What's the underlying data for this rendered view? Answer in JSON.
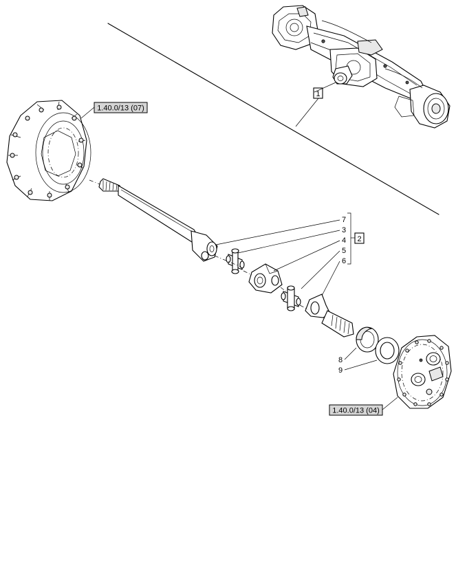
{
  "references": {
    "top": "1.40.0/13 (07)",
    "bottom": "1.40.0/13 (04)"
  },
  "callouts": {
    "assembly_1": "1",
    "assembly_2": "2",
    "item_7": "7",
    "item_3": "3",
    "item_4": "4",
    "item_5": "5",
    "item_6": "6",
    "item_8": "8",
    "item_9": "9"
  }
}
